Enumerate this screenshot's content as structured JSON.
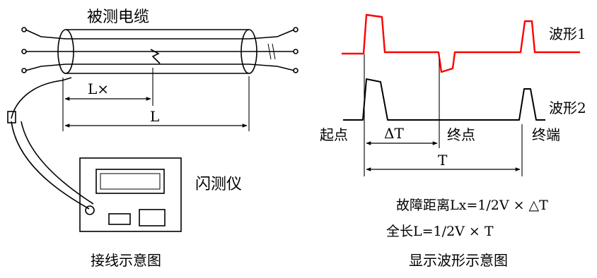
{
  "left_diagram": {
    "cable_label": "被测电缆",
    "fault_distance_label": "L×",
    "total_length_label": "L",
    "instrument_label": "闪测仪",
    "caption": "接线示意图"
  },
  "right_diagram": {
    "waveform1_label": "波形1",
    "waveform2_label": "波形2",
    "start_label": "起点",
    "delta_t_label": "ΔT",
    "endpoint_label": "终点",
    "terminal_label": "终端",
    "period_label": "T",
    "formula_fault": "故障距离Lx=1/2V × △T",
    "formula_length": "全长L=1/2V × T",
    "caption": "显示波形示意图"
  },
  "colors": {
    "waveform1": "#ff0000",
    "lines": "#000000"
  }
}
